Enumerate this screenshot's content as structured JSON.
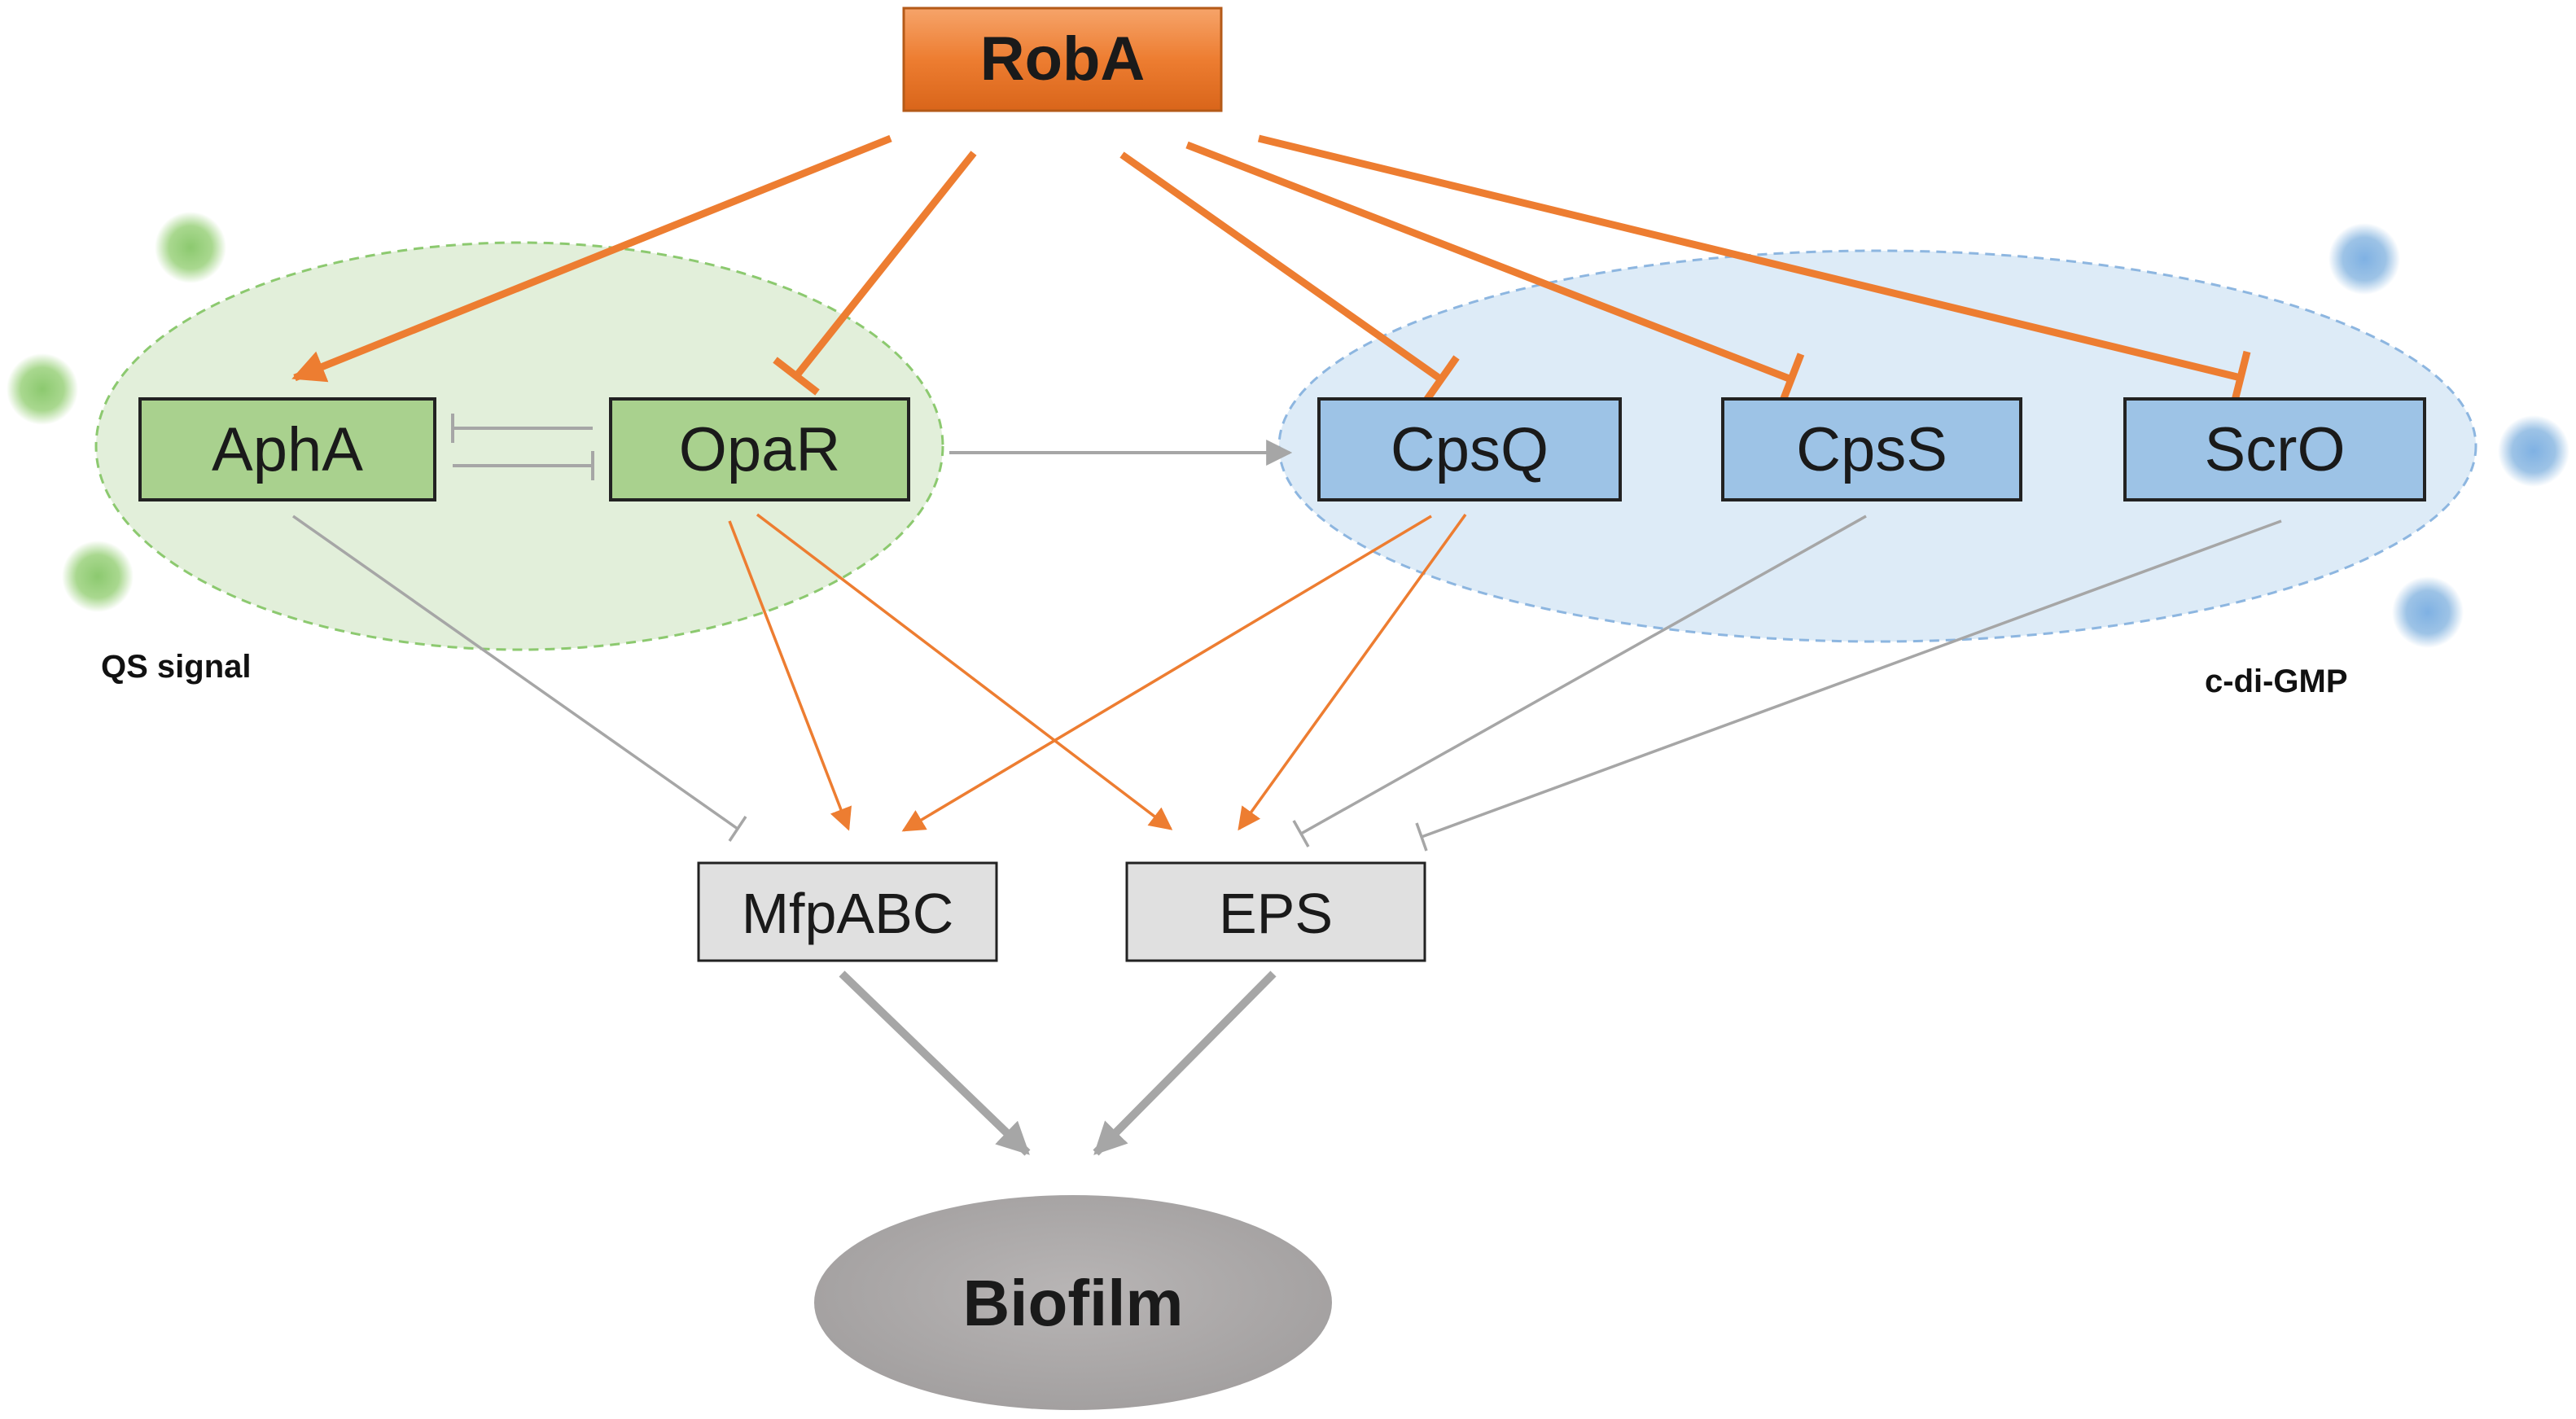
{
  "nodes": {
    "roba": "RobA",
    "apha": "AphA",
    "opar": "OpaR",
    "cpsq": "CpsQ",
    "cpss": "CpsS",
    "scro": "ScrO",
    "mfpabc": "MfpABC",
    "eps": "EPS",
    "biofilm": "Biofilm"
  },
  "labels": {
    "qs_signal": "QS signal",
    "cdigmp": "c-di-GMP"
  },
  "colors": {
    "orange": "#ED7D31",
    "gray_edge": "#A6A6A6",
    "green_node": "#A9D18E",
    "blue_node": "#9DC3E6",
    "green_region": "#E2EFDA",
    "blue_region": "#DDEBF7",
    "box_gray": "#E0E0E0",
    "biofilm": "#A6A6A6"
  },
  "edges": [
    {
      "from": "RobA",
      "to": "AphA",
      "type": "activation"
    },
    {
      "from": "RobA",
      "to": "OpaR",
      "type": "repression"
    },
    {
      "from": "RobA",
      "to": "CpsQ",
      "type": "repression"
    },
    {
      "from": "RobA",
      "to": "CpsS",
      "type": "repression"
    },
    {
      "from": "RobA",
      "to": "ScrO",
      "type": "repression"
    },
    {
      "from": "AphA",
      "to": "OpaR",
      "type": "repression"
    },
    {
      "from": "OpaR",
      "to": "AphA",
      "type": "repression"
    },
    {
      "from": "OpaR",
      "to": "CpsQ",
      "type": "activation"
    },
    {
      "from": "AphA",
      "to": "MfpABC",
      "type": "repression"
    },
    {
      "from": "OpaR",
      "to": "MfpABC",
      "type": "activation"
    },
    {
      "from": "OpaR",
      "to": "EPS",
      "type": "activation"
    },
    {
      "from": "CpsQ",
      "to": "MfpABC",
      "type": "activation"
    },
    {
      "from": "CpsQ",
      "to": "EPS",
      "type": "activation"
    },
    {
      "from": "CpsS",
      "to": "EPS",
      "type": "repression"
    },
    {
      "from": "ScrO",
      "to": "EPS",
      "type": "repression"
    },
    {
      "from": "MfpABC",
      "to": "Biofilm",
      "type": "activation"
    },
    {
      "from": "EPS",
      "to": "Biofilm",
      "type": "activation"
    }
  ]
}
